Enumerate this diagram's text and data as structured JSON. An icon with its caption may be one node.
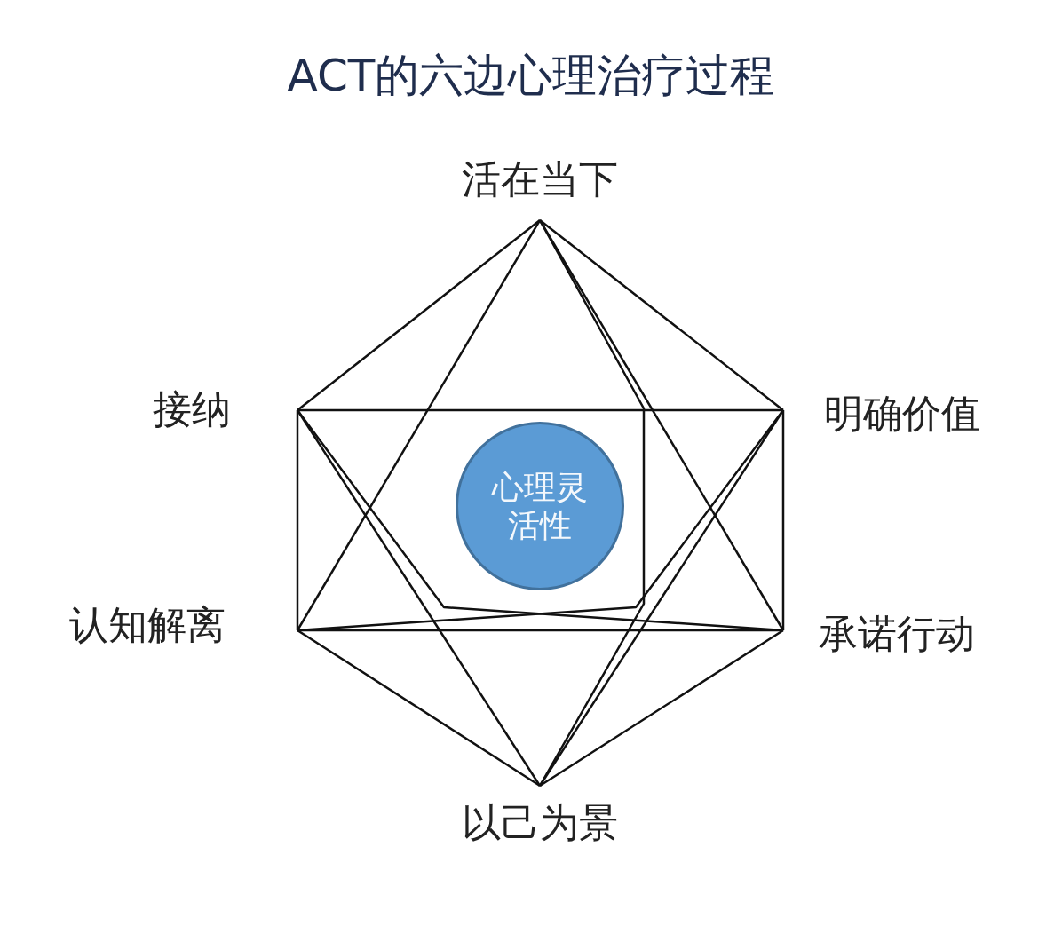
{
  "diagram": {
    "title": "ACT的六边心理治疗过程",
    "nodes": [
      {
        "text": [
          "活在当下"
        ]
      },
      {
        "text": [
          "接纳"
        ]
      },
      {
        "text": [
          "明确价值"
        ]
      },
      {
        "text": [
          "心理灵活性"
        ]
      },
      {
        "text": [
          "认知解离"
        ]
      },
      {
        "text": [
          "承诺行动"
        ]
      },
      {
        "text": [
          "以己为景"
        ]
      }
    ],
    "edges": [
      {
        "from": 0,
        "to": 1,
        "arrow": "none"
      },
      {
        "from": 0,
        "to": 2,
        "arrow": "none"
      },
      {
        "from": 1,
        "to": 4,
        "arrow": "none"
      },
      {
        "from": 2,
        "to": 5,
        "arrow": "none"
      },
      {
        "from": 4,
        "to": 6,
        "arrow": "none"
      },
      {
        "from": 5,
        "to": 6,
        "arrow": "none"
      },
      {
        "from": 0,
        "to": 4,
        "arrow": "none"
      },
      {
        "from": 0,
        "to": 5,
        "arrow": "none"
      },
      {
        "from": 0,
        "to": 6,
        "arrow": "none"
      },
      {
        "from": 1,
        "to": 2,
        "arrow": "none"
      },
      {
        "from": 1,
        "to": 5,
        "arrow": "none"
      },
      {
        "from": 1,
        "to": 6,
        "arrow": "none"
      },
      {
        "from": 2,
        "to": 4,
        "arrow": "none"
      },
      {
        "from": 2,
        "to": 6,
        "arrow": "none"
      },
      {
        "from": 4,
        "to": 5,
        "arrow": "none"
      }
    ]
  }
}
